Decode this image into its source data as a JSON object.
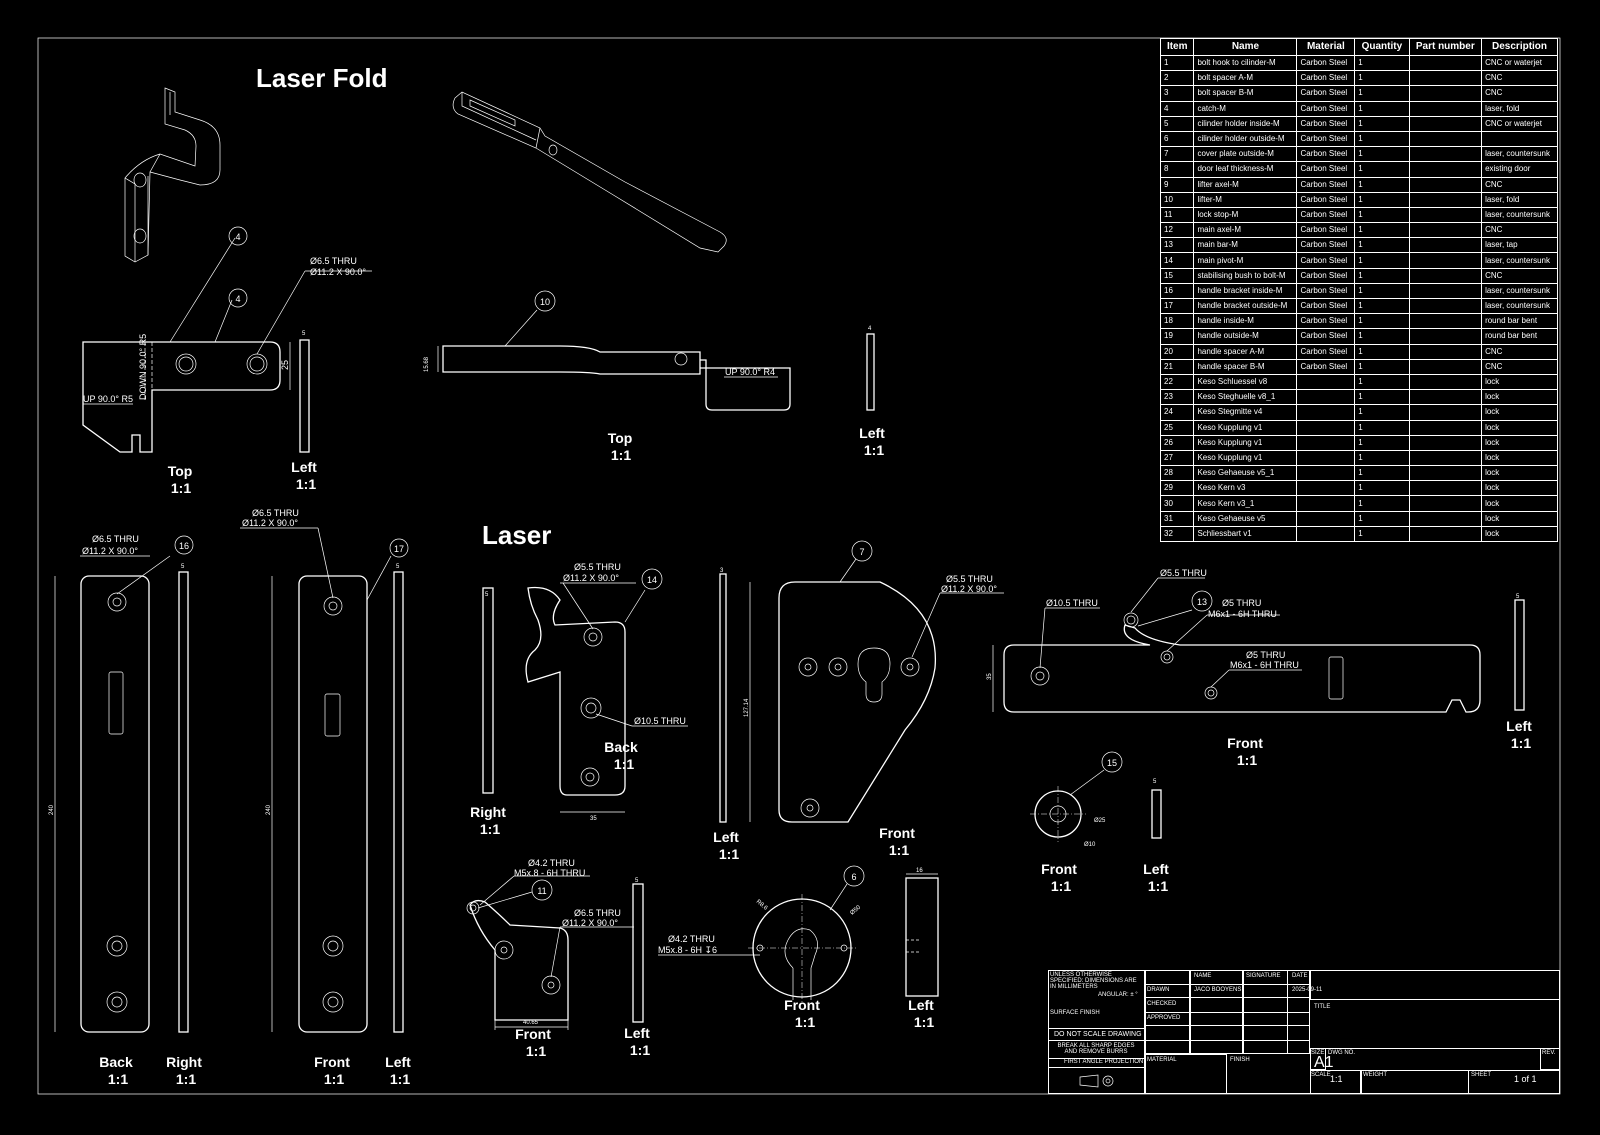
{
  "section_titles": {
    "laser_fold": "Laser Fold",
    "laser": "Laser"
  },
  "bom": {
    "headers": [
      "Item",
      "Name",
      "Material",
      "Quantity",
      "Part number",
      "Description"
    ],
    "rows": [
      [
        "1",
        "bolt hook to cilinder-M",
        "Carbon Steel",
        "1",
        "",
        "CNC or waterjet"
      ],
      [
        "2",
        "bolt spacer A-M",
        "Carbon Steel",
        "1",
        "",
        "CNC"
      ],
      [
        "3",
        "bolt spacer B-M",
        "Carbon Steel",
        "1",
        "",
        "CNC"
      ],
      [
        "4",
        "catch-M",
        "Carbon Steel",
        "1",
        "",
        "laser, fold"
      ],
      [
        "5",
        "cilinder holder inside-M",
        "Carbon Steel",
        "1",
        "",
        "CNC or waterjet"
      ],
      [
        "6",
        "cilinder holder outside-M",
        "Carbon Steel",
        "1",
        "",
        ""
      ],
      [
        "7",
        "cover plate outside-M",
        "Carbon Steel",
        "1",
        "",
        "laser, countersunk"
      ],
      [
        "8",
        "door leaf thickness-M",
        "Carbon Steel",
        "1",
        "",
        "existing door"
      ],
      [
        "9",
        "lifter axel-M",
        "Carbon Steel",
        "1",
        "",
        "CNC"
      ],
      [
        "10",
        "lifter-M",
        "Carbon Steel",
        "1",
        "",
        "laser, fold"
      ],
      [
        "11",
        "lock stop-M",
        "Carbon Steel",
        "1",
        "",
        "laser, countersunk"
      ],
      [
        "12",
        "main axel-M",
        "Carbon Steel",
        "1",
        "",
        "CNC"
      ],
      [
        "13",
        "main bar-M",
        "Carbon Steel",
        "1",
        "",
        "laser, tap"
      ],
      [
        "14",
        "main pivot-M",
        "Carbon Steel",
        "1",
        "",
        "laser, countersunk"
      ],
      [
        "15",
        "stabilising bush to bolt-M",
        "Carbon Steel",
        "1",
        "",
        "CNC"
      ],
      [
        "16",
        "handle bracket inside-M",
        "Carbon Steel",
        "1",
        "",
        "laser, countersunk"
      ],
      [
        "17",
        "handle bracket outside-M",
        "Carbon Steel",
        "1",
        "",
        "laser, countersunk"
      ],
      [
        "18",
        "handle inside-M",
        "Carbon Steel",
        "1",
        "",
        "round bar bent"
      ],
      [
        "19",
        "handle outside-M",
        "Carbon Steel",
        "1",
        "",
        "round bar bent"
      ],
      [
        "20",
        "handle spacer A-M",
        "Carbon Steel",
        "1",
        "",
        "CNC"
      ],
      [
        "21",
        "handle spacer B-M",
        "Carbon Steel",
        "1",
        "",
        "CNC"
      ],
      [
        "22",
        "Keso Schluessel v8",
        "",
        "1",
        "",
        "lock"
      ],
      [
        "23",
        "Keso Steghuelle v8_1",
        "",
        "1",
        "",
        "lock"
      ],
      [
        "24",
        "Keso Stegmitte v4",
        "",
        "1",
        "",
        "lock"
      ],
      [
        "25",
        "Keso Kupplung v1",
        "",
        "1",
        "",
        "lock"
      ],
      [
        "26",
        "Keso Kupplung v1",
        "",
        "1",
        "",
        "lock"
      ],
      [
        "27",
        "Keso Kupplung v1",
        "",
        "1",
        "",
        "lock"
      ],
      [
        "28",
        "Keso Gehaeuse v5_1",
        "",
        "1",
        "",
        "lock"
      ],
      [
        "29",
        "Keso Kern v3",
        "",
        "1",
        "",
        "lock"
      ],
      [
        "30",
        "Keso Kern v3_1",
        "",
        "1",
        "",
        "lock"
      ],
      [
        "31",
        "Keso Gehaeuse v5",
        "",
        "1",
        "",
        "lock"
      ],
      [
        "32",
        "Schliessbart v1",
        "",
        "1",
        "",
        "lock"
      ]
    ]
  },
  "views": {
    "catch_top": [
      "Top",
      "1:1"
    ],
    "catch_left": [
      "Left",
      "1:1"
    ],
    "lifter_top": [
      "Top",
      "1:1"
    ],
    "lifter_left": [
      "Left",
      "1:1"
    ],
    "hb_inside_back": [
      "Back",
      "1:1"
    ],
    "hb_inside_right": [
      "Right",
      "1:1"
    ],
    "hb_outside_front": [
      "Front",
      "1:1"
    ],
    "hb_outside_left": [
      "Left",
      "1:1"
    ],
    "pivot_right": [
      "Right",
      "1:1"
    ],
    "pivot_back": [
      "Back",
      "1:1"
    ],
    "cover_left": [
      "Left",
      "1:1"
    ],
    "cover_front": [
      "Front",
      "1:1"
    ],
    "mainbar_front": [
      "Front",
      "1:1"
    ],
    "mainbar_left": [
      "Left",
      "1:1"
    ],
    "bush_front": [
      "Front",
      "1:1"
    ],
    "bush_left": [
      "Left",
      "1:1"
    ],
    "lockstop_front": [
      "Front",
      "1:1"
    ],
    "lockstop_left": [
      "Left",
      "1:1"
    ],
    "cilinder_front": [
      "Front",
      "1:1"
    ],
    "cilinder_left": [
      "Left",
      "1:1"
    ]
  },
  "balloons": {
    "b4a": "4",
    "b4b": "4",
    "b10": "10",
    "b16": "16",
    "b17": "17",
    "b14": "14",
    "b7": "7",
    "b13": "13",
    "b15": "15",
    "b11": "11",
    "b6": "6"
  },
  "callouts": {
    "c1a": "Ø6.5 THRU",
    "c1b": "Ø11.2 X 90.0°",
    "c2a": "Ø6.5 THRU",
    "c2b": "Ø11.2 X 90.0°",
    "c3a": "Ø6.5 THRU",
    "c3b": "Ø11.2 X 90.0°",
    "c4a": "Ø5.5 THRU",
    "c4b": "Ø11.2 X 90.0°",
    "c5": "Ø10.5 THRU",
    "c6a": "Ø5.5 THRU",
    "c6b": "Ø11.2 X 90.0°",
    "c7": "Ø10.5 THRU",
    "c8": "Ø5.5 THRU",
    "c9a": "Ø5 THRU",
    "c9b": "M6x1 - 6H THRU",
    "c10a": "Ø5 THRU",
    "c10b": "M6x1 - 6H THRU",
    "c11a": "Ø4.2 THRU",
    "c11b": "M5x.8 - 6H THRU",
    "c12a": "Ø6.5 THRU",
    "c12b": "Ø11.2 X 90.0°",
    "c13a": "Ø4.2 THRU",
    "c13b": "M5x.8 - 6H ↧6"
  },
  "notes": {
    "up90_r5": "UP 90.0° R5",
    "down90_r5": "DOWN 90.0° R5",
    "up90_r4": "UP 90.0° R4"
  },
  "dims": {
    "d25": "25",
    "d5a": "5",
    "d15_68": "15.68",
    "d4": "4",
    "d240a": "240",
    "d5b": "5",
    "d240b": "240",
    "d5c": "5",
    "d5d": "5",
    "d35a": "35",
    "d3": "3",
    "d127": "127.14",
    "d35b": "35",
    "d5e": "5",
    "d25b": "Ø25",
    "d10": "Ø10",
    "d5f": "5",
    "d40": "40.65",
    "d5g": "5",
    "dR8": "R8.6",
    "d50": "Ø50",
    "d16": "16"
  },
  "title_block": {
    "unless": "UNLESS OTHERWISE SPECIFIED: DIMENSIONS ARE IN MILLIMETERS",
    "angular": "ANGULAR: ± °",
    "surface": "SURFACE FINISH",
    "no_scale": "DO NOT SCALE DRAWING",
    "break_edges": "BREAK ALL SHARP EDGES AND REMOVE BURRS",
    "projection": "FIRST ANGLE PROJECTION",
    "col_name": "NAME",
    "col_signature": "SIGNATURE",
    "col_date": "DATE",
    "drawn": "DRAWN",
    "drawn_name": "JACO BOOYENS",
    "drawn_date": "2025-09-11",
    "checked": "CHECKED",
    "approved": "APPROVED",
    "material": "MATERIAL",
    "finish": "FINISH",
    "title": "TITLE",
    "size_lbl": "SIZE",
    "size": "A1",
    "dwg_lbl": "DWG NO.",
    "rev_lbl": "REV.",
    "scale_lbl": "SCALE",
    "scale": "1:1",
    "weight_lbl": "WEIGHT",
    "sheet_lbl": "SHEET",
    "sheet": "1 of 1"
  }
}
